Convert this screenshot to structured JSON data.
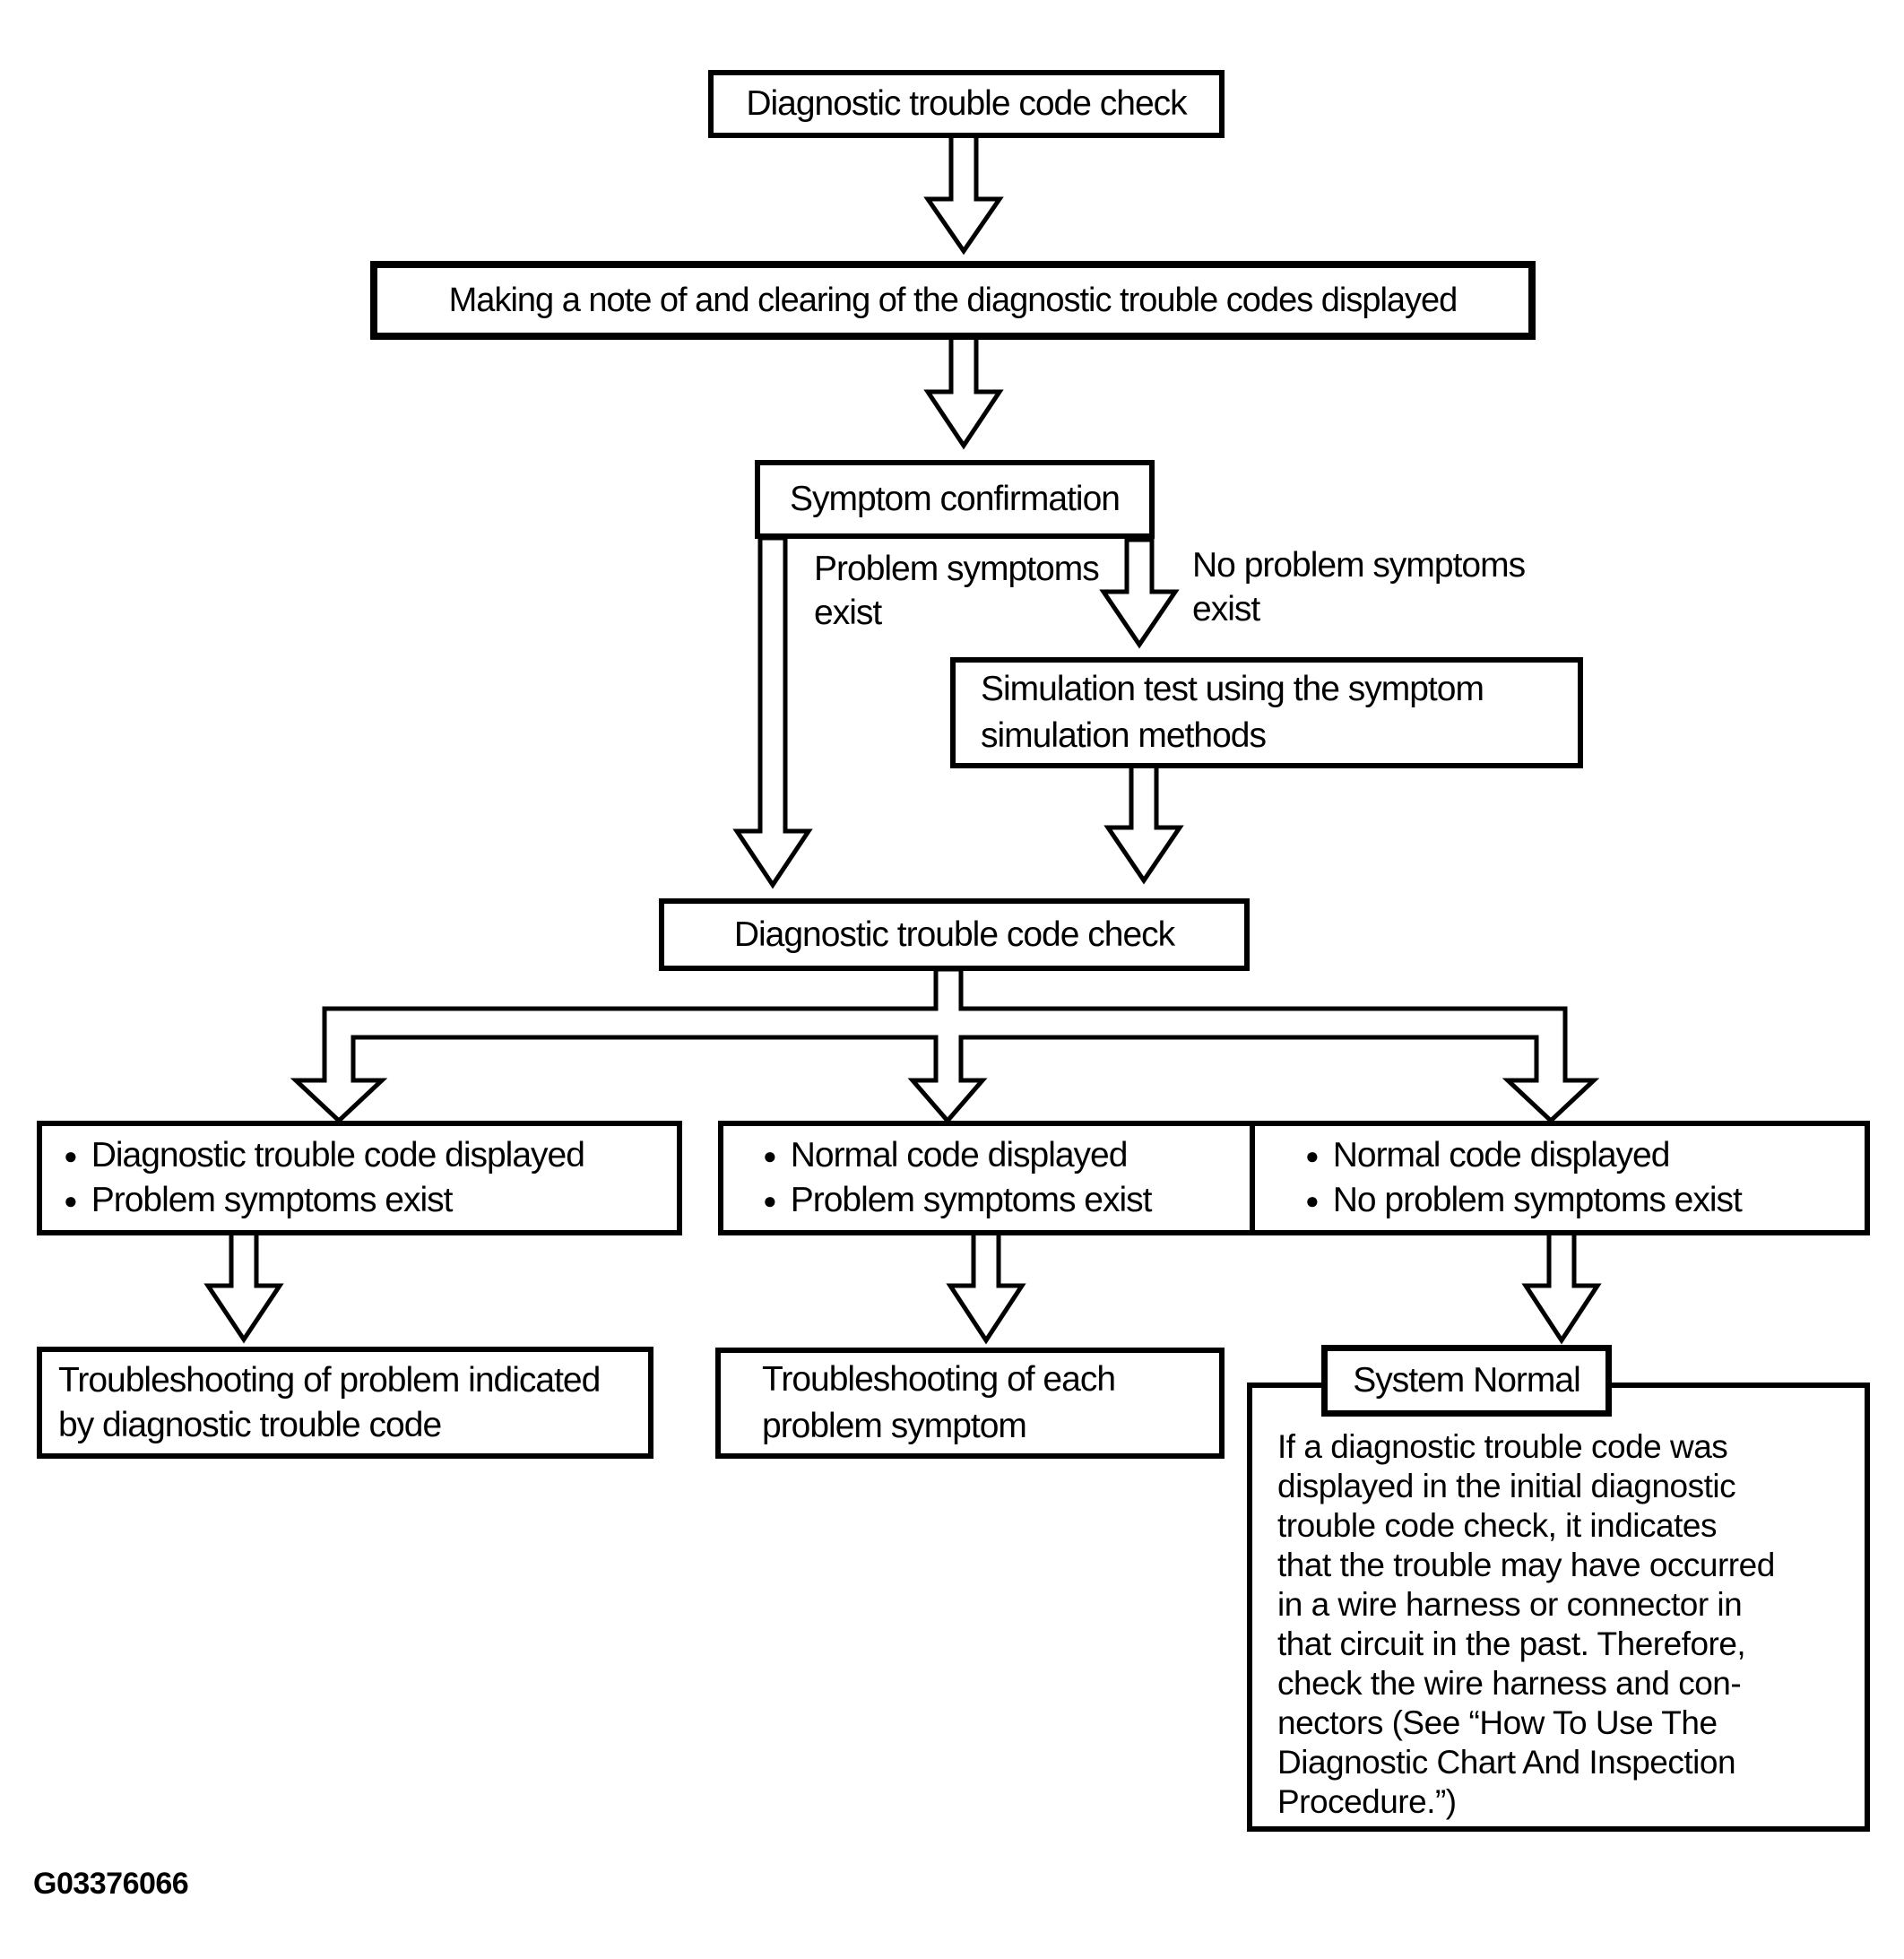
{
  "figure_code": "G03376066",
  "bullet_glyph": "●",
  "colors": {
    "ink": "#000000",
    "background": "#ffffff"
  },
  "nodes": {
    "dtc_check_top": {
      "label": "Diagnostic trouble code check"
    },
    "note_and_clear": {
      "label": "Making a note of and clearing of the diagnostic trouble codes displayed"
    },
    "symptom_confirmation": {
      "label": "Symptom confirmation"
    },
    "simulation_test": {
      "lines": [
        "Simulation test using the symptom",
        "simulation methods"
      ]
    },
    "dtc_check_2": {
      "label": "Diagnostic trouble code check"
    },
    "outcome_left": {
      "bullets": [
        "Diagnostic trouble code displayed",
        "Problem symptoms exist"
      ]
    },
    "outcome_middle": {
      "bullets": [
        "Normal code displayed",
        "Problem symptoms exist"
      ]
    },
    "outcome_right": {
      "bullets": [
        "Normal code displayed",
        "No problem symptoms exist"
      ]
    },
    "result_left": {
      "lines": [
        "Troubleshooting of problem indicated",
        "by diagnostic trouble code"
      ]
    },
    "result_middle": {
      "lines": [
        "Troubleshooting of each",
        "problem symptom"
      ]
    },
    "system_normal": {
      "label": "System Normal",
      "note_lines": [
        "If a diagnostic trouble code was",
        "displayed in the initial diagnostic",
        "trouble code check, it indicates",
        "that the trouble may have occurred",
        "in a wire harness or connector in",
        "that circuit in the past. Therefore,",
        "check the wire harness and con-",
        "nectors (See “How To Use The",
        "Diagnostic Chart And Inspection",
        "Procedure.”)"
      ]
    }
  },
  "edge_labels": {
    "problem_symptoms": {
      "lines": [
        "Problem symptoms",
        "exist"
      ]
    },
    "no_problem_symptoms": {
      "lines": [
        "No problem symptoms",
        "exist"
      ]
    }
  }
}
